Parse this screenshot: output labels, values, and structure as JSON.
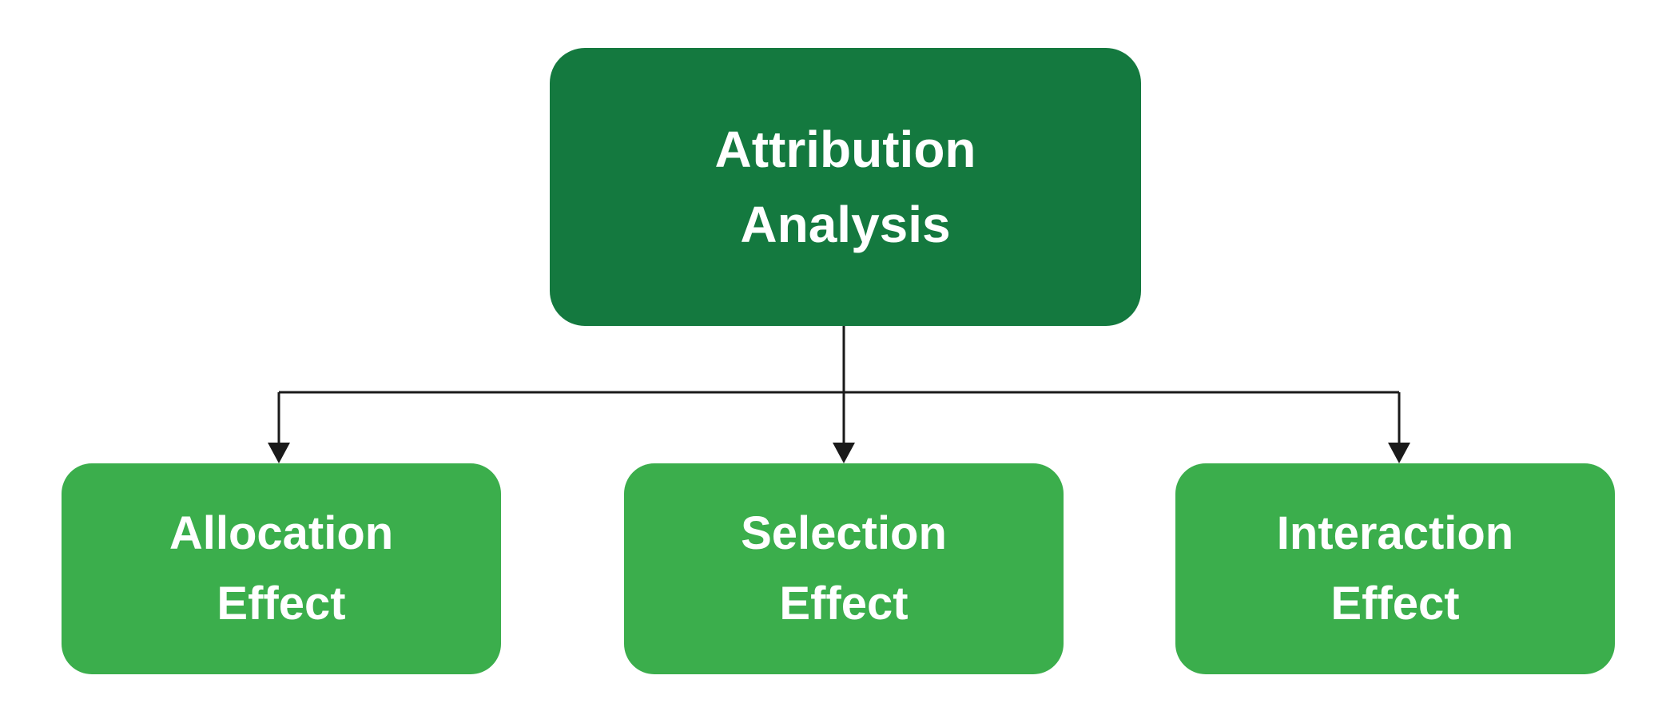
{
  "diagram": {
    "root": {
      "label": "Attribution Analysis",
      "lines": [
        "Attribution",
        "Analysis"
      ]
    },
    "children": [
      {
        "label": "Allocation Effect",
        "lines": [
          "Allocation",
          "Effect"
        ]
      },
      {
        "label": "Selection Effect",
        "lines": [
          "Selection",
          "Effect"
        ]
      },
      {
        "label": "Interaction Effect",
        "lines": [
          "Interaction",
          "Effect"
        ]
      }
    ]
  },
  "colors": {
    "root_fill": "#14793F",
    "child_fill": "#3BAE4C",
    "label_text": "#FFFFFF",
    "connector": "#1A1A1A",
    "background": "#FFFFFF"
  }
}
